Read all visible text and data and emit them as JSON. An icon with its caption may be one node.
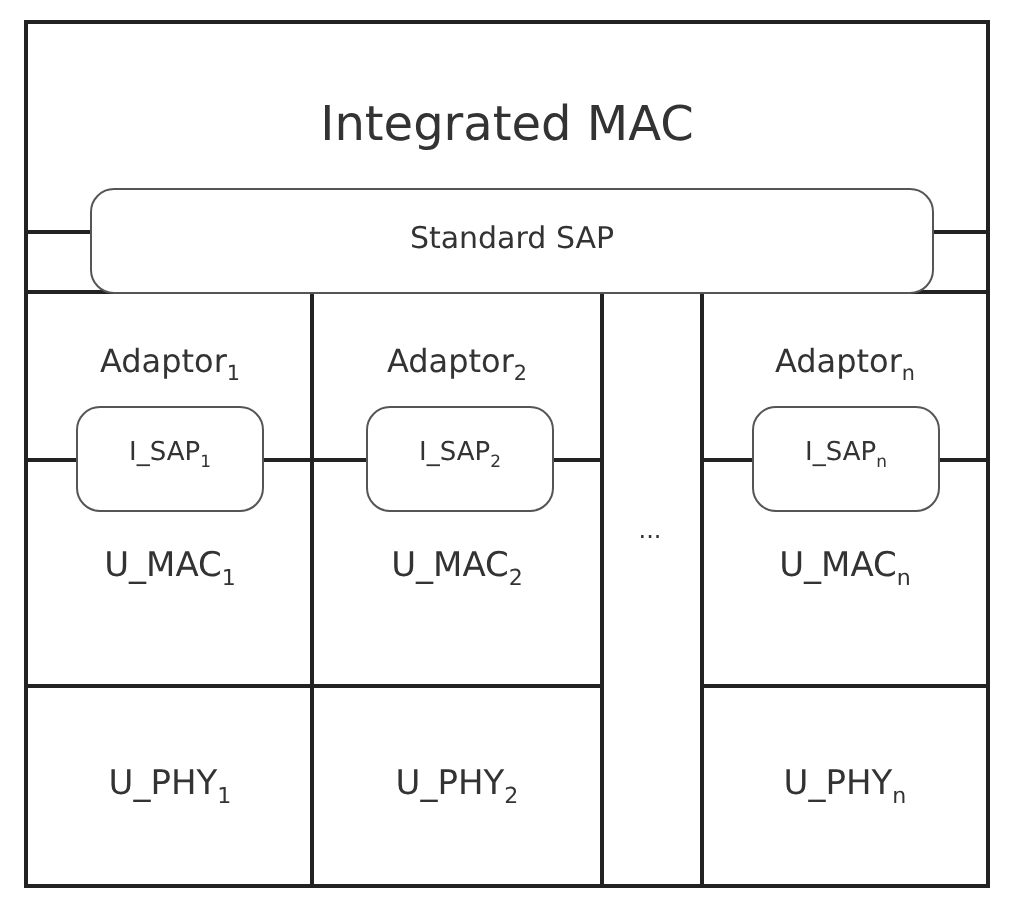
{
  "diagram": {
    "nodes": [
      {
        "text": [
          "Integrated MAC"
        ]
      },
      {
        "text": [
          "Standard SAP"
        ],
        "in": 0
      },
      {
        "text": [
          "Adaptor$_{1}$",
          "U_MAC$_{1}$"
        ],
        "in": 0
      },
      {
        "text": [
          "I_SAP$_{1}$"
        ],
        "in": 2
      },
      {
        "text": [
          "Adaptor$_{2}$",
          "U_MAC$_{2}$"
        ],
        "in": 0
      },
      {
        "text": [
          "I_SAP$_{2}$"
        ],
        "in": 4
      },
      {
        "text": [
          "Adaptor$_{n}$",
          "U_MAC$_{n}$"
        ],
        "in": 0
      },
      {
        "text": [
          "I_SAP$_{n}$"
        ],
        "in": 6
      },
      {
        "text": [
          "U_PHY$_{1}$"
        ],
        "in": 0
      },
      {
        "text": [
          "U_PHY$_{2}$"
        ],
        "in": 0
      },
      {
        "text": [
          "U_PHY$_{n}$"
        ],
        "in": 0
      }
    ],
    "labels": [
      "..."
    ]
  }
}
